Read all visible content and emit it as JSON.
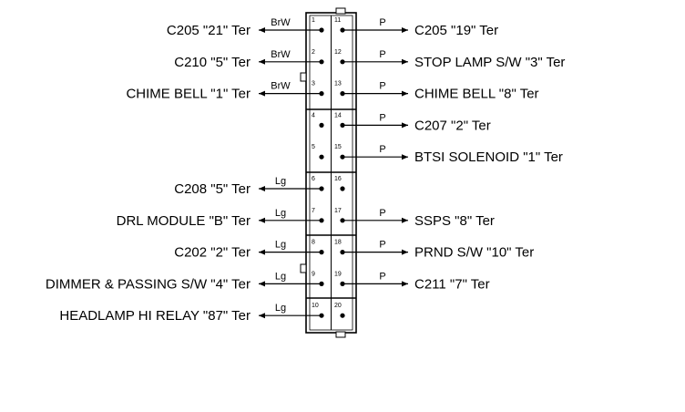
{
  "connector": {
    "left_pins": [
      "1",
      "2",
      "3",
      "4",
      "5",
      "6",
      "7",
      "8",
      "9",
      "10"
    ],
    "right_pins": [
      "11",
      "12",
      "13",
      "14",
      "15",
      "16",
      "17",
      "18",
      "19",
      "20"
    ]
  },
  "left_circuits": [
    {
      "label": "C205 \"21\" Ter",
      "wire": "BrW"
    },
    {
      "label": "C210 \"5\" Ter",
      "wire": "BrW"
    },
    {
      "label": "CHIME BELL \"1\" Ter",
      "wire": "BrW"
    },
    {
      "label": "",
      "wire": ""
    },
    {
      "label": "",
      "wire": ""
    },
    {
      "label": "C208 \"5\" Ter",
      "wire": "Lg"
    },
    {
      "label": "DRL MODULE \"B\" Ter",
      "wire": "Lg"
    },
    {
      "label": "C202 \"2\" Ter",
      "wire": "Lg"
    },
    {
      "label": "DIMMER & PASSING S/W \"4\" Ter",
      "wire": "Lg"
    },
    {
      "label": "HEADLAMP HI RELAY \"87\" Ter",
      "wire": "Lg"
    }
  ],
  "right_circuits": [
    {
      "label": "C205 \"19\" Ter",
      "wire": "P"
    },
    {
      "label": "STOP LAMP S/W \"3\" Ter",
      "wire": "P"
    },
    {
      "label": "CHIME BELL \"8\" Ter",
      "wire": "P"
    },
    {
      "label": "C207 \"2\" Ter",
      "wire": "P"
    },
    {
      "label": "BTSI SOLENOID \"1\" Ter",
      "wire": "P"
    },
    {
      "label": "",
      "wire": ""
    },
    {
      "label": "SSPS \"8\" Ter",
      "wire": "P"
    },
    {
      "label": "PRND S/W \"10\" Ter",
      "wire": "P"
    },
    {
      "label": "C211 \"7\" Ter",
      "wire": "P"
    },
    {
      "label": "",
      "wire": ""
    }
  ]
}
